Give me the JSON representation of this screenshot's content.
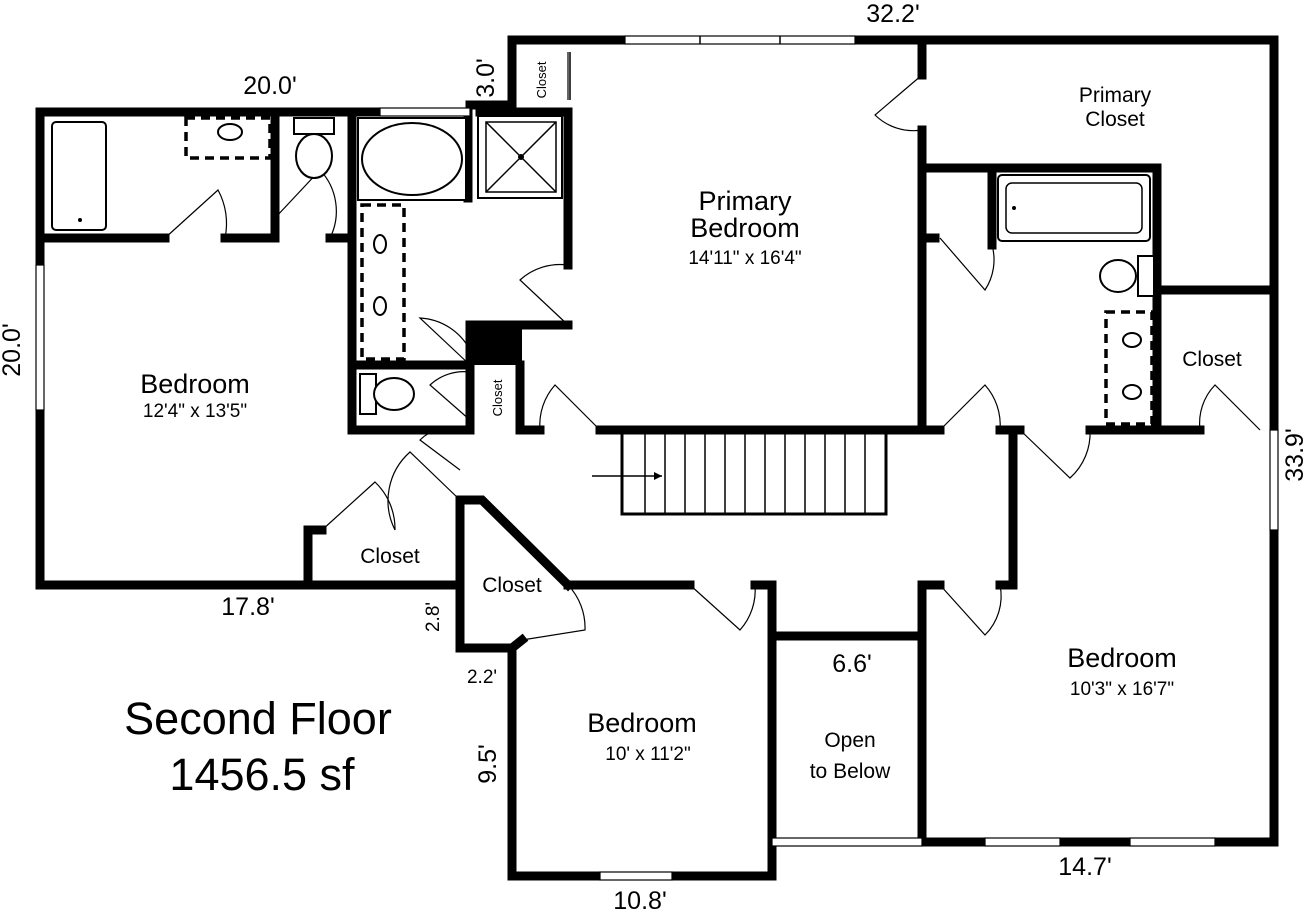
{
  "title": {
    "line1": "Second Floor",
    "line2": "1456.5 sf"
  },
  "rooms": {
    "primary_bedroom": {
      "name_line1": "Primary",
      "name_line2": "Bedroom",
      "size": "14'11\" x 16'4\""
    },
    "primary_closet": {
      "name_line1": "Primary",
      "name_line2": "Closet"
    },
    "bedroom_west": {
      "name": "Bedroom",
      "size": "12'4\" x 13'5\""
    },
    "bedroom_south": {
      "name": "Bedroom",
      "size": "10' x 11'2\""
    },
    "bedroom_east": {
      "name": "Bedroom",
      "size": "10'3\" x 16'7\""
    },
    "open_to_below": {
      "line1": "Open",
      "line2": "to Below"
    },
    "closets": {
      "top_small": "Closet",
      "hall_small": "Closet",
      "west": "Closet",
      "diagonal": "Closet",
      "east": "Closet"
    }
  },
  "dimensions": {
    "top_width": "32.2'",
    "top_left_width": "20.0'",
    "top_step": "3.0'",
    "left_height": "20.0'",
    "west_bottom": "17.8'",
    "jog_a": "2.8'",
    "jog_b": "2.2'",
    "south_left": "9.5'",
    "south_bottom": "10.8'",
    "open_width": "6.6'",
    "east_bottom": "14.7'",
    "right_height": "33.9'"
  }
}
